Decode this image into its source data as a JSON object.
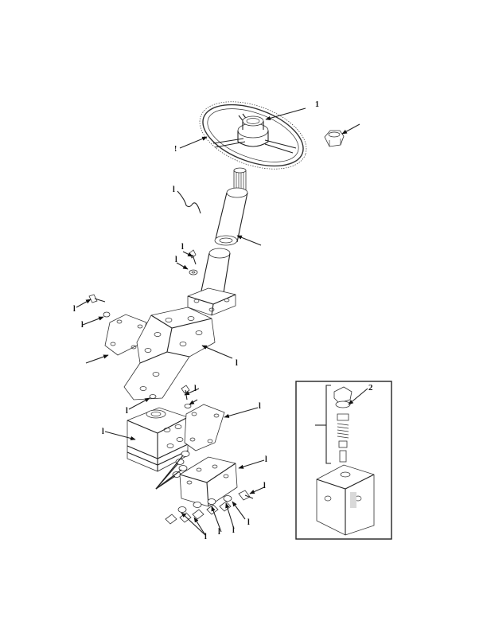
{
  "figure": {
    "callouts": {
      "c1": "1",
      "c2": "!",
      "c3": "l",
      "c4": "l",
      "c5": "l",
      "c6": "l",
      "c7": "l",
      "c8": "l",
      "c9": "l",
      "c10": "l",
      "c11": "l",
      "c12": "l",
      "c13": "l",
      "c14": "l",
      "c15": "l",
      "c16": "l",
      "c17": "l",
      "c18": "l",
      "inset": "2"
    }
  }
}
